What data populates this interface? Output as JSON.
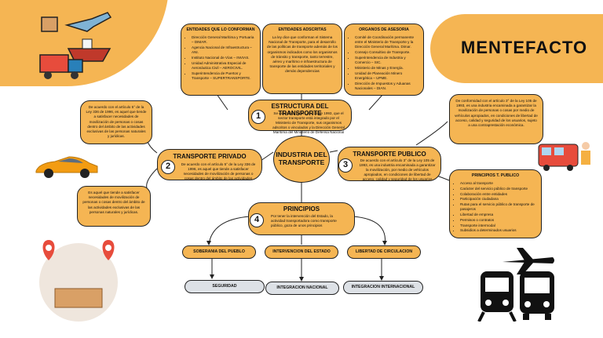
{
  "brand": "MENTEFACTO",
  "center": {
    "line1": "INDUSTRIA DEL",
    "line2": "TRANSPORTE"
  },
  "entidades_conforman": {
    "title": "ENTIDADES QUE LO CONFORMAN",
    "items": [
      "Dirección General Marítima y Portuaria – DIMAR.",
      "Agencia Nacional de Infraestructura – ANI.",
      "Instituto Nacional de Vías – INVIAS.",
      "Unidad Administrativa Especial de Aeronáutica Civil – AEROCIVIL.",
      "Superintendencia de Puertos y Transporte – SUPERTRANSPORTE."
    ]
  },
  "entidades_adscritas": {
    "title": "ENTIDADES ADSCRITAS",
    "text": "La ley dice que conforman el Sistema Nacional de Transporte, para el desarrollo de las políticas de transporte además de los organismos indicados como los organismos de tránsito y transporte, tanto terrestre, aéreo y marítimo e infraestructura de transporte de las entidades territoriales y demás dependencias"
  },
  "organos_asesoria": {
    "title": "ORGANOS DE ASESORIA",
    "items": [
      "Comité de Coordinación permanente entre el Ministerio de Transporte y la Dirección General Marítima. Dimar.",
      "Consejo Consultivo de Transporte.",
      "Superintendencia de Industria y Comercio – SIC.",
      "Ministerio de Minas y Energía.",
      "Unidad de Planeación Minero Energética – UPME.",
      "Dirección de Impuestos y Aduanas Nacionales – DIAN."
    ]
  },
  "estructura": {
    "number": "1",
    "title": "ESTRUCTURA DEL TRANSPORTE",
    "text": "Se especifica en la Ley 105 de 1993, que el sector transporte está integrado por el Ministerio de Transporte, sus organismos adscritos o vinculados y la Dirección General Marítima del Ministerio de Defensa Nacional"
  },
  "privado": {
    "number": "2",
    "title": "TRANSPORTE PRIVADO",
    "text": "De acuerdo con el artículo 5° de la Ley 336 de 1996, es aquel que tiende a satisfacer necesidades de movilización de personas o cosas dentro del ámbito de las actividades"
  },
  "publico": {
    "number": "3",
    "title": "TRANSPORTE PUBLICO",
    "text": "De acuerdo con el artículo 3° de la Ley 105 de 1993, es una industria encaminada a garantizar la movilización, por medio de vehículos apropiados, en condiciones de libertad de acceso, calidad y seguridad de los usuarios"
  },
  "principios": {
    "number": "4",
    "title": "PRINCIPIOS",
    "text": "Por tener la intervención del Estado, la actividad transportadora como transporte público, goza de unos principios"
  },
  "note_left_top": "De acuerdo con el artículo 5° de la Ley 336 de 1996, es aquel que tiende a satisfacer necesidades de movilización de personas o cosas dentro del ámbito de las actividades exclusivas de las personas naturales y jurídicas.",
  "note_left_bottom": "Es aquel que tiende a satisfacer necesidades de movilización de personas o cosas dentro del ámbito de las actividades exclusivas de las personas naturales y jurídicas.",
  "note_right_top": "De conformidad con el artículo 3° de la Ley 105 de 1993, es una industria encaminada a garantizar la movilización de personas o cosas por medio de vehículos apropiados, en condiciones de libertad de acceso, calidad y seguridad de los usuarios, sujeto a una contraprestación económica.",
  "principios_publico": {
    "title": "PRINCIPIOS T. PUBLICO",
    "items": [
      "Acceso al transporte",
      "Carácter del servicio público de transporte",
      "Colaboración entre entidades",
      "Participación ciudadana",
      "Rutas para el servicio público de transporte de pasajeros",
      "Libertad de empresa",
      "Permisos o contratos",
      "Transporte intermodal",
      "Subsidios a determinados usuarios"
    ]
  },
  "orange_boxes": [
    "SOBERANIA DEL PUEBLO",
    "INTERVENCION DEL ESTADO",
    "LIBERTAD DE CIRCULACION"
  ],
  "grey_boxes": [
    "SEGURIDAD",
    "INTEGRACION NACIONAL",
    "INTEGRACION INTERNACIONAL"
  ],
  "colors": {
    "accent": "#f5b553",
    "outline": "#222222",
    "grey": "#dde1e6"
  }
}
